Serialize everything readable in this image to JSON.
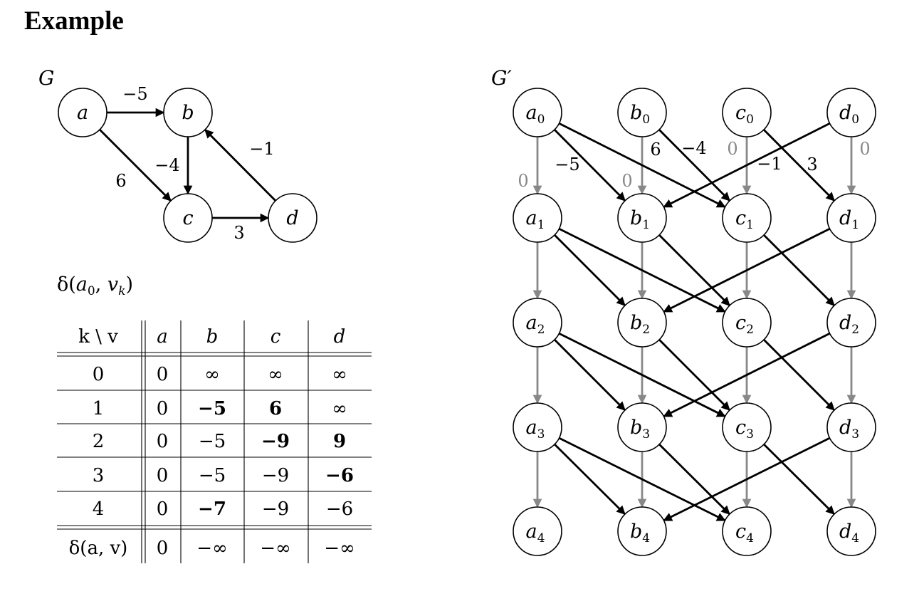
{
  "title": "Example",
  "graph_g": {
    "label": "G",
    "nodes": [
      "a",
      "b",
      "c",
      "d"
    ],
    "edges": [
      {
        "from": "a",
        "to": "b",
        "weight": "−5"
      },
      {
        "from": "a",
        "to": "c",
        "weight": "6"
      },
      {
        "from": "b",
        "to": "c",
        "weight": "−4"
      },
      {
        "from": "c",
        "to": "d",
        "weight": "3"
      },
      {
        "from": "d",
        "to": "b",
        "weight": "−1"
      }
    ]
  },
  "graph_g_prime": {
    "label": "G′",
    "nodes": [
      "a",
      "b",
      "c",
      "d"
    ],
    "layers": [
      "0",
      "1",
      "2",
      "3",
      "4"
    ],
    "edge_labels": {
      "a_b": "−5",
      "a_c": "6",
      "b_c": "−4",
      "c_d": "3",
      "d_b": "−1",
      "stay_a": "0",
      "stay_b": "0",
      "stay_c": "0",
      "stay_d": "0"
    }
  },
  "table": {
    "caption": "δ(a₀, vₖ)",
    "header": [
      "k \\ v",
      "a",
      "b",
      "c",
      "d"
    ],
    "rows": [
      [
        "0",
        "0",
        "∞",
        "∞",
        "∞"
      ],
      [
        "1",
        "0",
        "−5",
        "6",
        "∞"
      ],
      [
        "2",
        "0",
        "−5",
        "−9",
        "9"
      ],
      [
        "3",
        "0",
        "−5",
        "−9",
        "−6"
      ],
      [
        "4",
        "0",
        "−7",
        "−9",
        "−6"
      ]
    ],
    "bold_cells": [
      [
        1,
        2
      ],
      [
        1,
        3
      ],
      [
        2,
        3
      ],
      [
        2,
        4
      ],
      [
        3,
        4
      ],
      [
        4,
        2
      ]
    ],
    "footer": [
      "δ(a, v)",
      "0",
      "−∞",
      "−∞",
      "−∞"
    ]
  }
}
